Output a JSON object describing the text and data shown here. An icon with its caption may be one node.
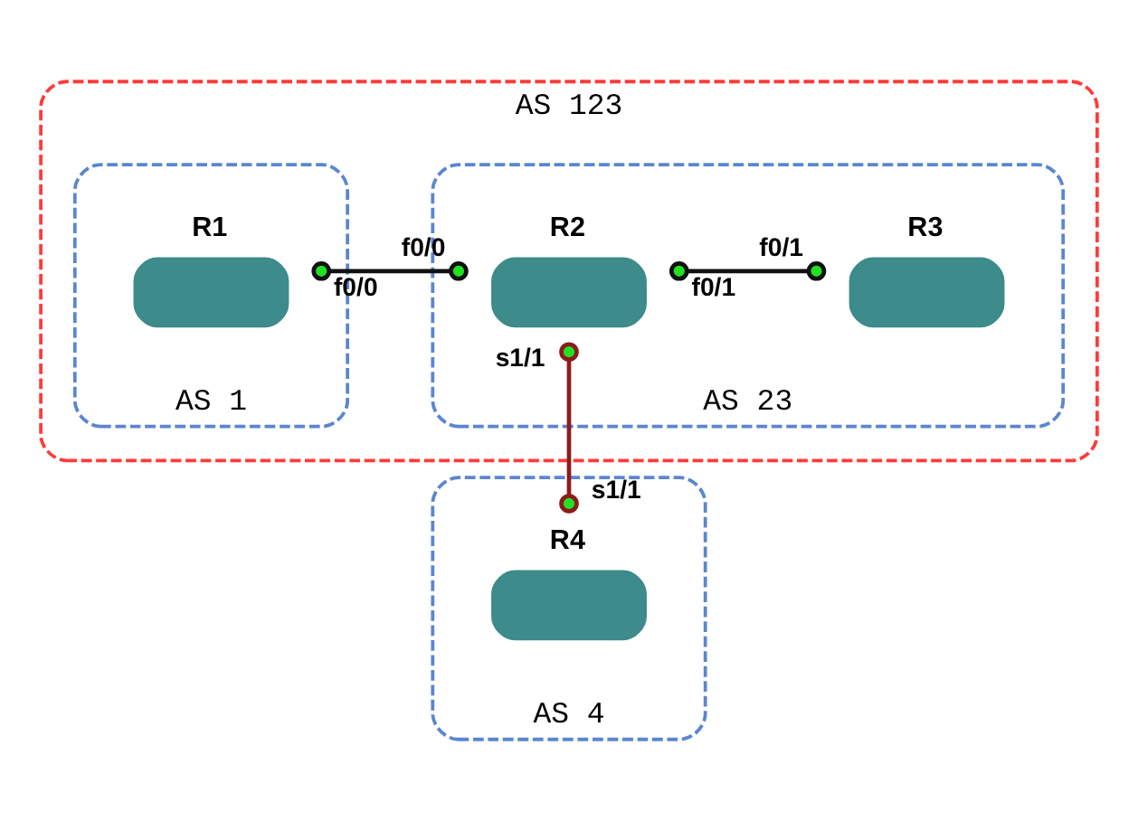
{
  "diagram": {
    "nodes": [
      {
        "text": [
          "AS 123"
        ]
      },
      {
        "text": [
          "AS 1"
        ],
        "in": 0
      },
      {
        "text": [
          "R1"
        ],
        "in": 1,
        "beside": [
          "f0/0"
        ]
      },
      {
        "text": [
          "AS 23"
        ],
        "in": 0
      },
      {
        "text": [
          "R2"
        ],
        "in": 3,
        "beside": [
          "f0/0",
          "f0/1",
          "s1/1"
        ]
      },
      {
        "text": [
          "R3"
        ],
        "in": 3,
        "beside": [
          "f0/1"
        ]
      },
      {
        "text": [
          "AS 4"
        ]
      },
      {
        "text": [
          "R4"
        ],
        "in": 6,
        "beside": [
          "s1/1"
        ]
      }
    ],
    "edges": [
      {
        "from": 2,
        "to": 4,
        "arrow": "other"
      },
      {
        "from": 4,
        "to": 5,
        "arrow": "other"
      },
      {
        "from": 4,
        "to": 7,
        "arrow": "other",
        "color": "#8b1c1c"
      }
    ]
  }
}
